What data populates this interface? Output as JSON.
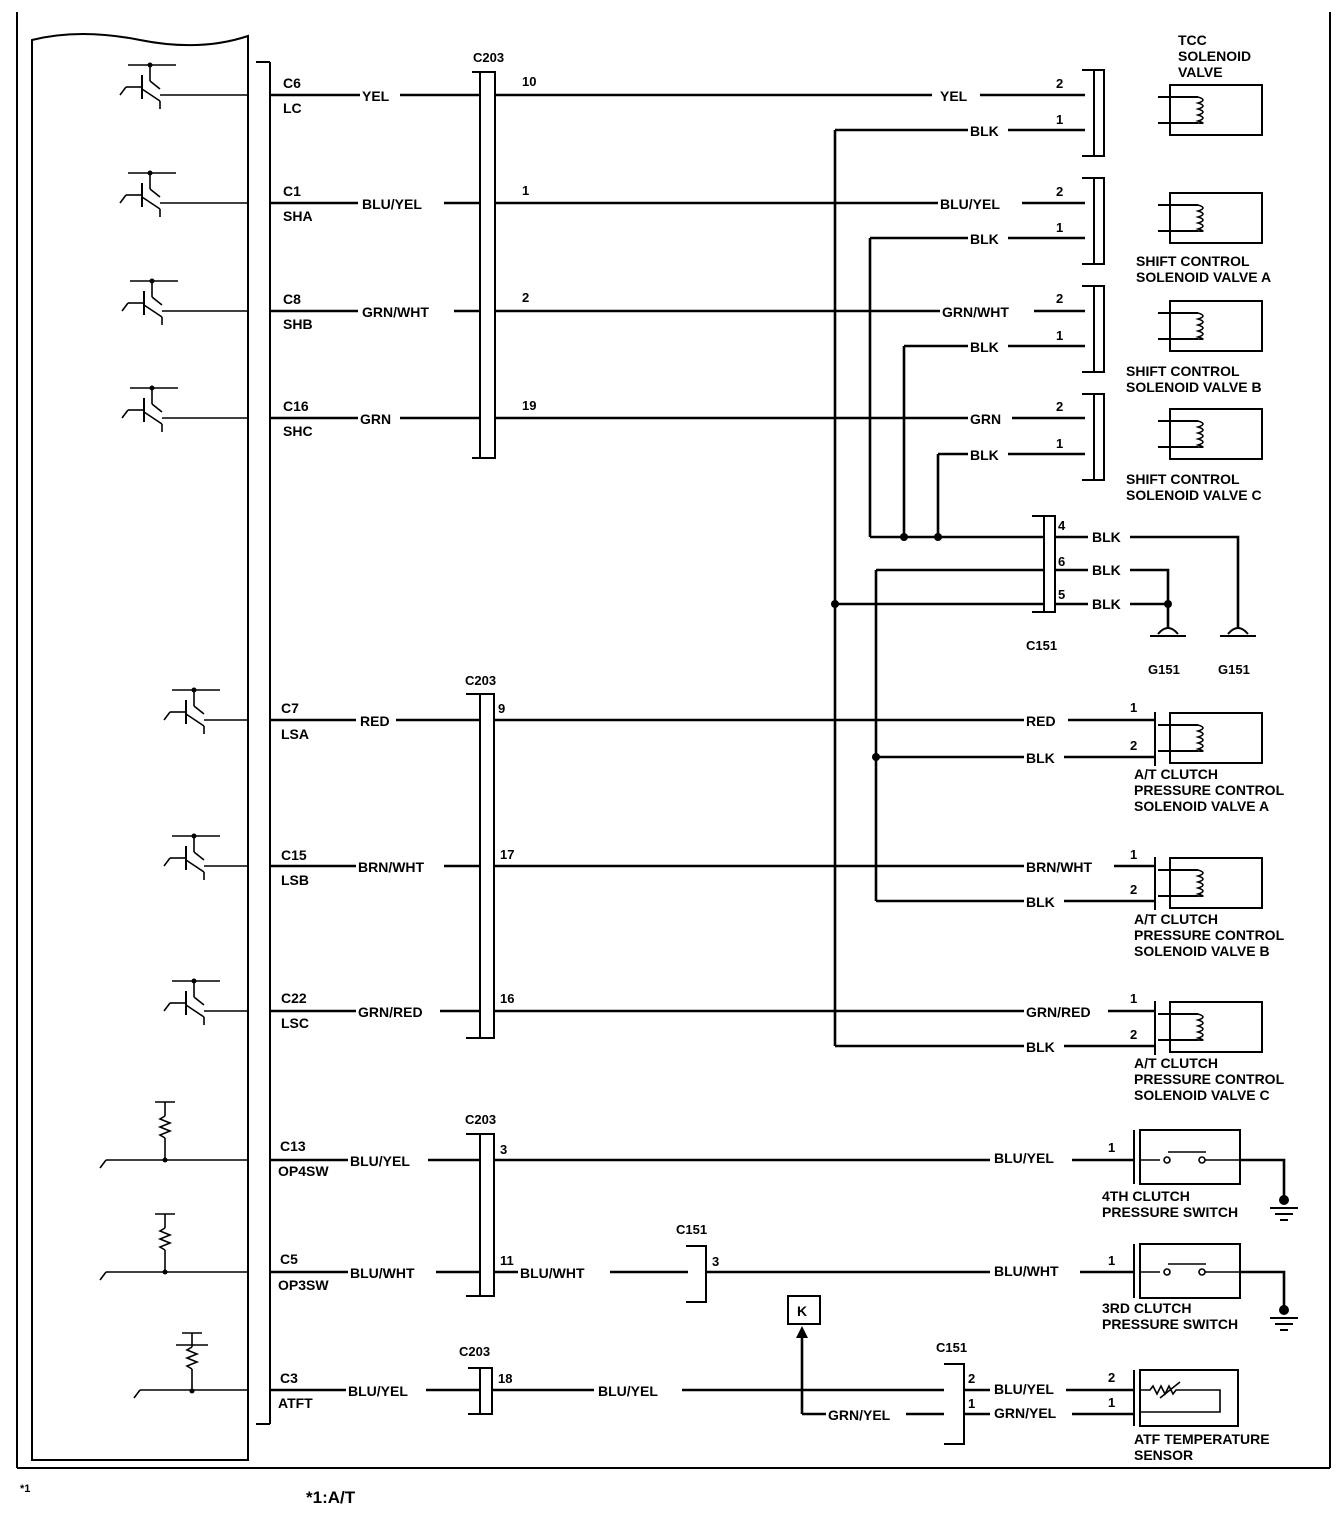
{
  "ecu": {
    "footnote_mark": "*1",
    "pins": [
      {
        "pin": "C6",
        "signal": "LC"
      },
      {
        "pin": "C1",
        "signal": "SHA"
      },
      {
        "pin": "C8",
        "signal": "SHB"
      },
      {
        "pin": "C16",
        "signal": "SHC"
      },
      {
        "pin": "C7",
        "signal": "LSA"
      },
      {
        "pin": "C15",
        "signal": "LSB"
      },
      {
        "pin": "C22",
        "signal": "LSC"
      },
      {
        "pin": "C13",
        "signal": "OP4SW"
      },
      {
        "pin": "C5",
        "signal": "OP3SW"
      },
      {
        "pin": "C3",
        "signal": "ATFT"
      }
    ]
  },
  "wires": {
    "left": [
      "YEL",
      "BLU/YEL",
      "GRN/WHT",
      "GRN",
      "RED",
      "BRN/WHT",
      "GRN/RED",
      "BLU/YEL",
      "BLU/WHT",
      "BLU/YEL"
    ],
    "right": [
      "YEL",
      "BLU/YEL",
      "GRN/WHT",
      "GRN",
      "RED",
      "BRN/WHT",
      "GRN/RED",
      "BLU/YEL",
      "BLU/WHT",
      "BLU/YEL"
    ],
    "mid_blu_wht": "BLU/WHT",
    "mid_blu_yel": "BLU/YEL",
    "grn_yel": "GRN/YEL",
    "grn_yel_sensor": "GRN/YEL",
    "blk": "BLK"
  },
  "connectors": {
    "c203": "C203",
    "c151": "C151",
    "c203_pins": [
      "10",
      "1",
      "2",
      "19",
      "9",
      "17",
      "16",
      "3",
      "11",
      "18"
    ],
    "c151_pins": [
      "4",
      "6",
      "5"
    ],
    "c151_sw_pin": "3",
    "c151_sensor_pins": [
      "2",
      "1"
    ],
    "component_pins": [
      "2",
      "1",
      "1",
      "2",
      "1"
    ]
  },
  "grounds": [
    "G151",
    "G151"
  ],
  "junction": "K",
  "components": {
    "tcc": [
      "TCC",
      "SOLENOID",
      "VALVE"
    ],
    "sha": [
      "SHIFT CONTROL",
      "SOLENOID VALVE A"
    ],
    "shb": [
      "SHIFT CONTROL",
      "SOLENOID VALVE B"
    ],
    "shc": [
      "SHIFT CONTROL",
      "SOLENOID VALVE C"
    ],
    "lsa": [
      "A/T CLUTCH",
      "PRESSURE CONTROL",
      "SOLENOID VALVE A"
    ],
    "lsb": [
      "A/T CLUTCH",
      "PRESSURE CONTROL",
      "SOLENOID VALVE B"
    ],
    "lsc": [
      "A/T CLUTCH",
      "PRESSURE CONTROL",
      "SOLENOID VALVE C"
    ],
    "op4": [
      "4TH CLUTCH",
      "PRESSURE SWITCH"
    ],
    "op3": [
      "3RD CLUTCH",
      "PRESSURE SWITCH"
    ],
    "atft": [
      "ATF TEMPERATURE",
      "SENSOR"
    ]
  },
  "footnote": "*1:A/T"
}
